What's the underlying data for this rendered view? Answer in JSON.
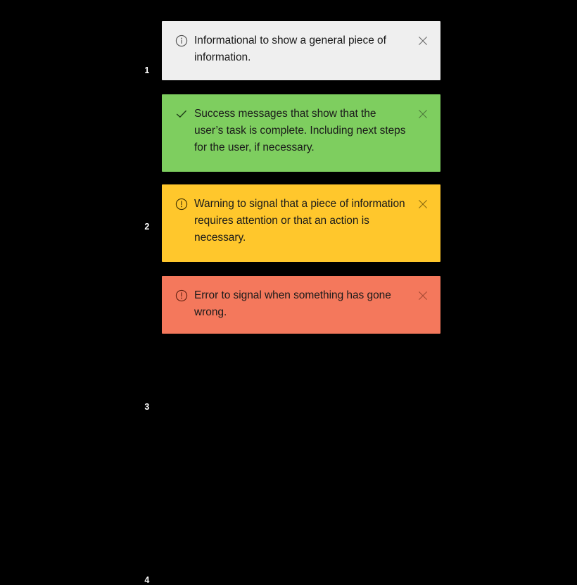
{
  "page": {
    "background_color": "#000000",
    "number_color": "#ffffff",
    "text_color": "#1a1a1a"
  },
  "alerts": [
    {
      "index": "1",
      "kind": "informational",
      "icon": "info-circle-icon",
      "background_color": "#efefef",
      "message": "Informational to show a general piece of information.",
      "close_label": "×"
    },
    {
      "index": "2",
      "kind": "success",
      "icon": "check-icon",
      "background_color": "#7ece5f",
      "message": "Success messages that show that the user’s task is complete. Including next steps for the user, if necessary.",
      "close_label": "×"
    },
    {
      "index": "3",
      "kind": "warning",
      "icon": "exclamation-circle-icon",
      "background_color": "#ffc72c",
      "message": "Warning to signal that a piece of information requires attention or that an action is necessary.",
      "close_label": "×"
    },
    {
      "index": "4",
      "kind": "error",
      "icon": "exclamation-circle-icon",
      "background_color": "#f4785c",
      "message": "Error to signal when something has gone wrong.",
      "close_label": "×"
    }
  ]
}
